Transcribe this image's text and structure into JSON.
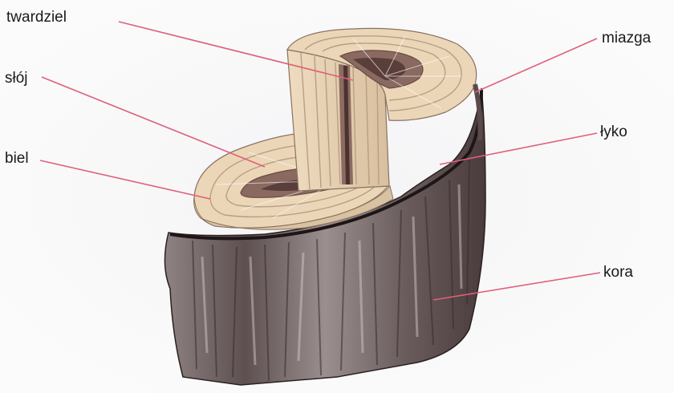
{
  "labels": {
    "twardziel": "twardziel",
    "sloj": "słój",
    "biel": "biel",
    "miazga": "miazga",
    "lyko": "łyko",
    "kora": "kora"
  },
  "colors": {
    "leader_line": "#e0607a",
    "bark_dark": "#3a2e2e",
    "bark_mid": "#6e5e5e",
    "bark_light": "#a89c9c",
    "sapwood": "#ecd6b8",
    "ring_line": "#b89e86",
    "heartwood": "#7d5a52",
    "heartwood_center": "#5a3e3a"
  }
}
